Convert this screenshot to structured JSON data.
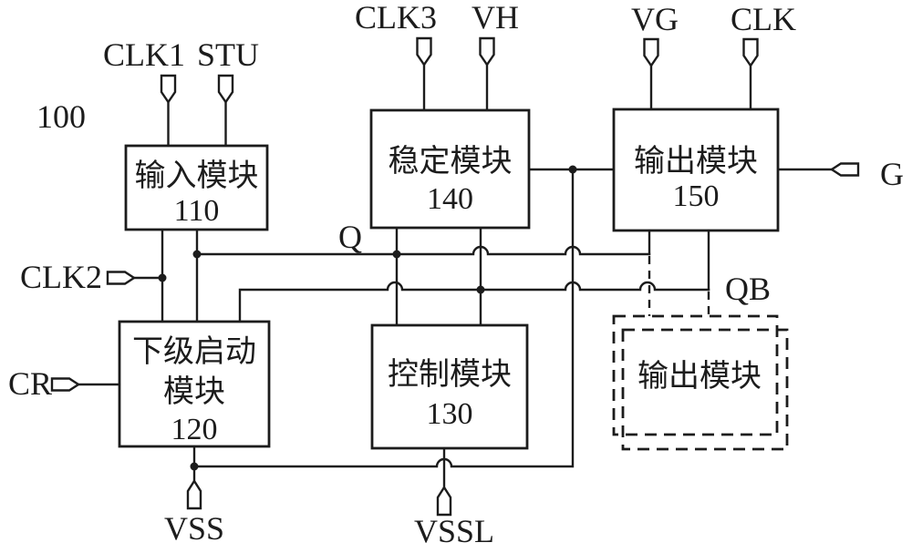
{
  "figure_number": "100",
  "colors": {
    "line": "#1c1c1c",
    "background": "#ffffff"
  },
  "modules": {
    "input": {
      "title": "输入模块",
      "number": "110"
    },
    "stabilizing": {
      "title": "稳定模块",
      "number": "140"
    },
    "output": {
      "title": "输出模块",
      "number": "150"
    },
    "next_stage_startup": {
      "title_line1": "下级启动",
      "title_line2": "模块",
      "number": "120"
    },
    "control": {
      "title": "控制模块",
      "number": "130"
    },
    "next_stage_output": {
      "title": "输出模块"
    }
  },
  "terminals": {
    "clk1": "CLK1",
    "stu": "STU",
    "clk3": "CLK3",
    "vh": "VH",
    "vg": "VG",
    "clk": "CLK",
    "clk2": "CLK2",
    "cr": "CR",
    "vss": "VSS",
    "vssl": "VSSL",
    "g": "G"
  },
  "nets": {
    "q": "Q",
    "qb": "QB"
  }
}
